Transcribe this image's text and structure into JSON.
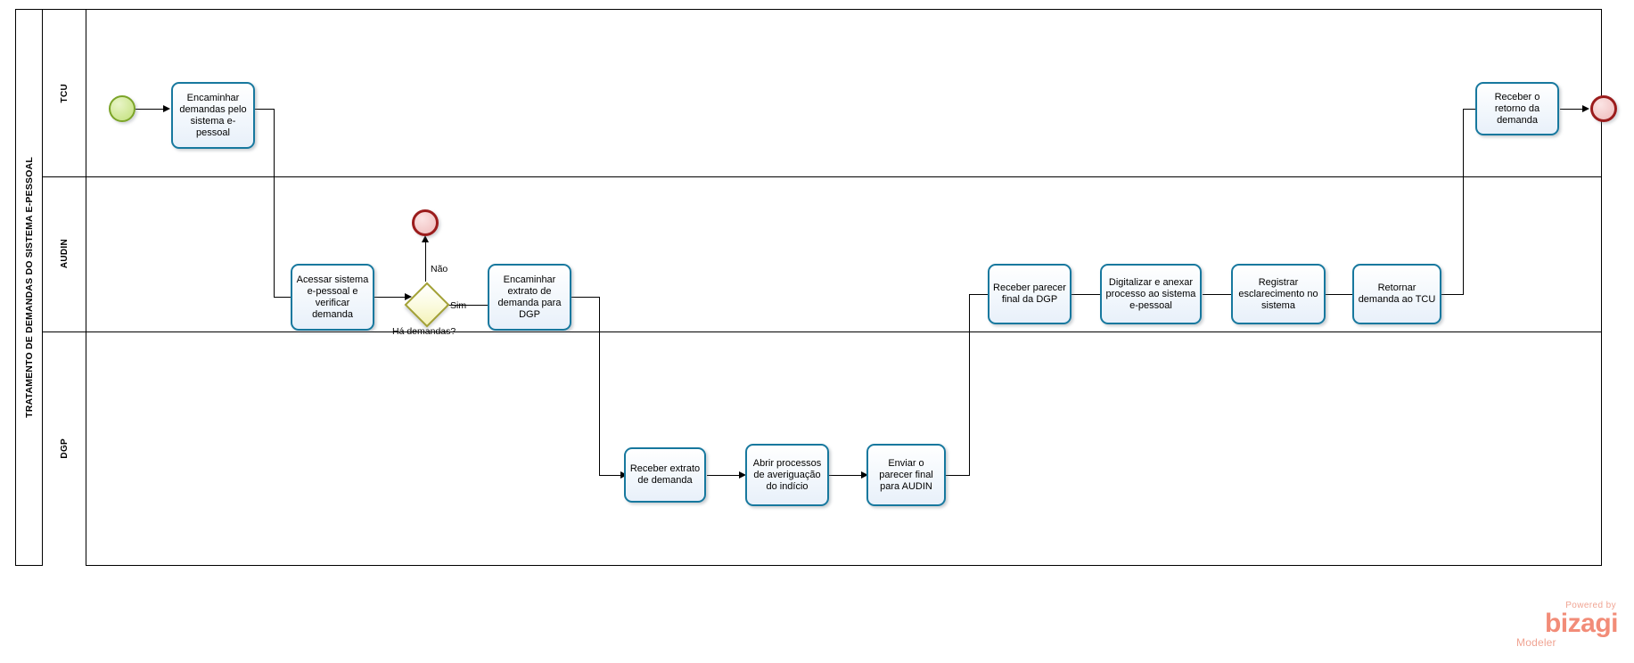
{
  "diagram": {
    "type": "bpmn-pool-lanes",
    "pool_title": "TRATAMENTO DE DEMANDAS DO SISTEMA E-PESSOAL",
    "lanes": [
      {
        "label": "TCU"
      },
      {
        "label": "AUDIN"
      },
      {
        "label": "DGP"
      }
    ],
    "events": [
      {
        "id": "start",
        "kind": "start",
        "lane": "TCU",
        "label": ""
      },
      {
        "id": "end_nao",
        "kind": "end",
        "lane": "AUDIN",
        "label": ""
      },
      {
        "id": "end_final",
        "kind": "end",
        "lane": "TCU",
        "label": ""
      }
    ],
    "tasks": [
      {
        "id": "t1",
        "lane": "TCU",
        "label": "Encaminhar demandas pelo sistema e-pessoal"
      },
      {
        "id": "t2",
        "lane": "AUDIN",
        "label": "Acessar sistema e-pessoal  e verificar demanda"
      },
      {
        "id": "t3",
        "lane": "AUDIN",
        "label": "Encaminhar extrato de demanda para DGP"
      },
      {
        "id": "t4",
        "lane": "DGP",
        "label": "Receber extrato de demanda"
      },
      {
        "id": "t5",
        "lane": "DGP",
        "label": "Abrir processos de averiguação do indício"
      },
      {
        "id": "t6",
        "lane": "DGP",
        "label": "Enviar o parecer final para AUDIN"
      },
      {
        "id": "t7",
        "lane": "AUDIN",
        "label": "Receber parecer final da DGP"
      },
      {
        "id": "t8",
        "lane": "AUDIN",
        "label": "Digitalizar e anexar processo ao sistema e-pessoal"
      },
      {
        "id": "t9",
        "lane": "AUDIN",
        "label": "Registrar esclarecimento no sistema"
      },
      {
        "id": "t10",
        "lane": "AUDIN",
        "label": "Retornar demanda ao TCU"
      },
      {
        "id": "t11",
        "lane": "TCU",
        "label": "Receber o retorno da demanda"
      }
    ],
    "gateways": [
      {
        "id": "g1",
        "lane": "AUDIN",
        "label": "Há demandas?",
        "kind": "exclusive"
      }
    ],
    "flow_labels": [
      {
        "id": "f_nao",
        "label": "Não"
      },
      {
        "id": "f_sim",
        "label": "Sim"
      }
    ],
    "colors": {
      "task_border": "#17789e",
      "task_fill": "#eef4fb",
      "start_border": "#7ba428",
      "start_fill": "#cfe795",
      "end_border": "#9b1c1c",
      "end_fill": "#f3c9c9",
      "gateway_border": "#a3a135",
      "gateway_fill": "#f4f2b8",
      "lane_border": "#000000",
      "connector": "#000000",
      "brand": "#f28c78"
    }
  },
  "watermark": {
    "powered_by": "Powered by",
    "brand": "bizagi",
    "product": "Modeler"
  }
}
